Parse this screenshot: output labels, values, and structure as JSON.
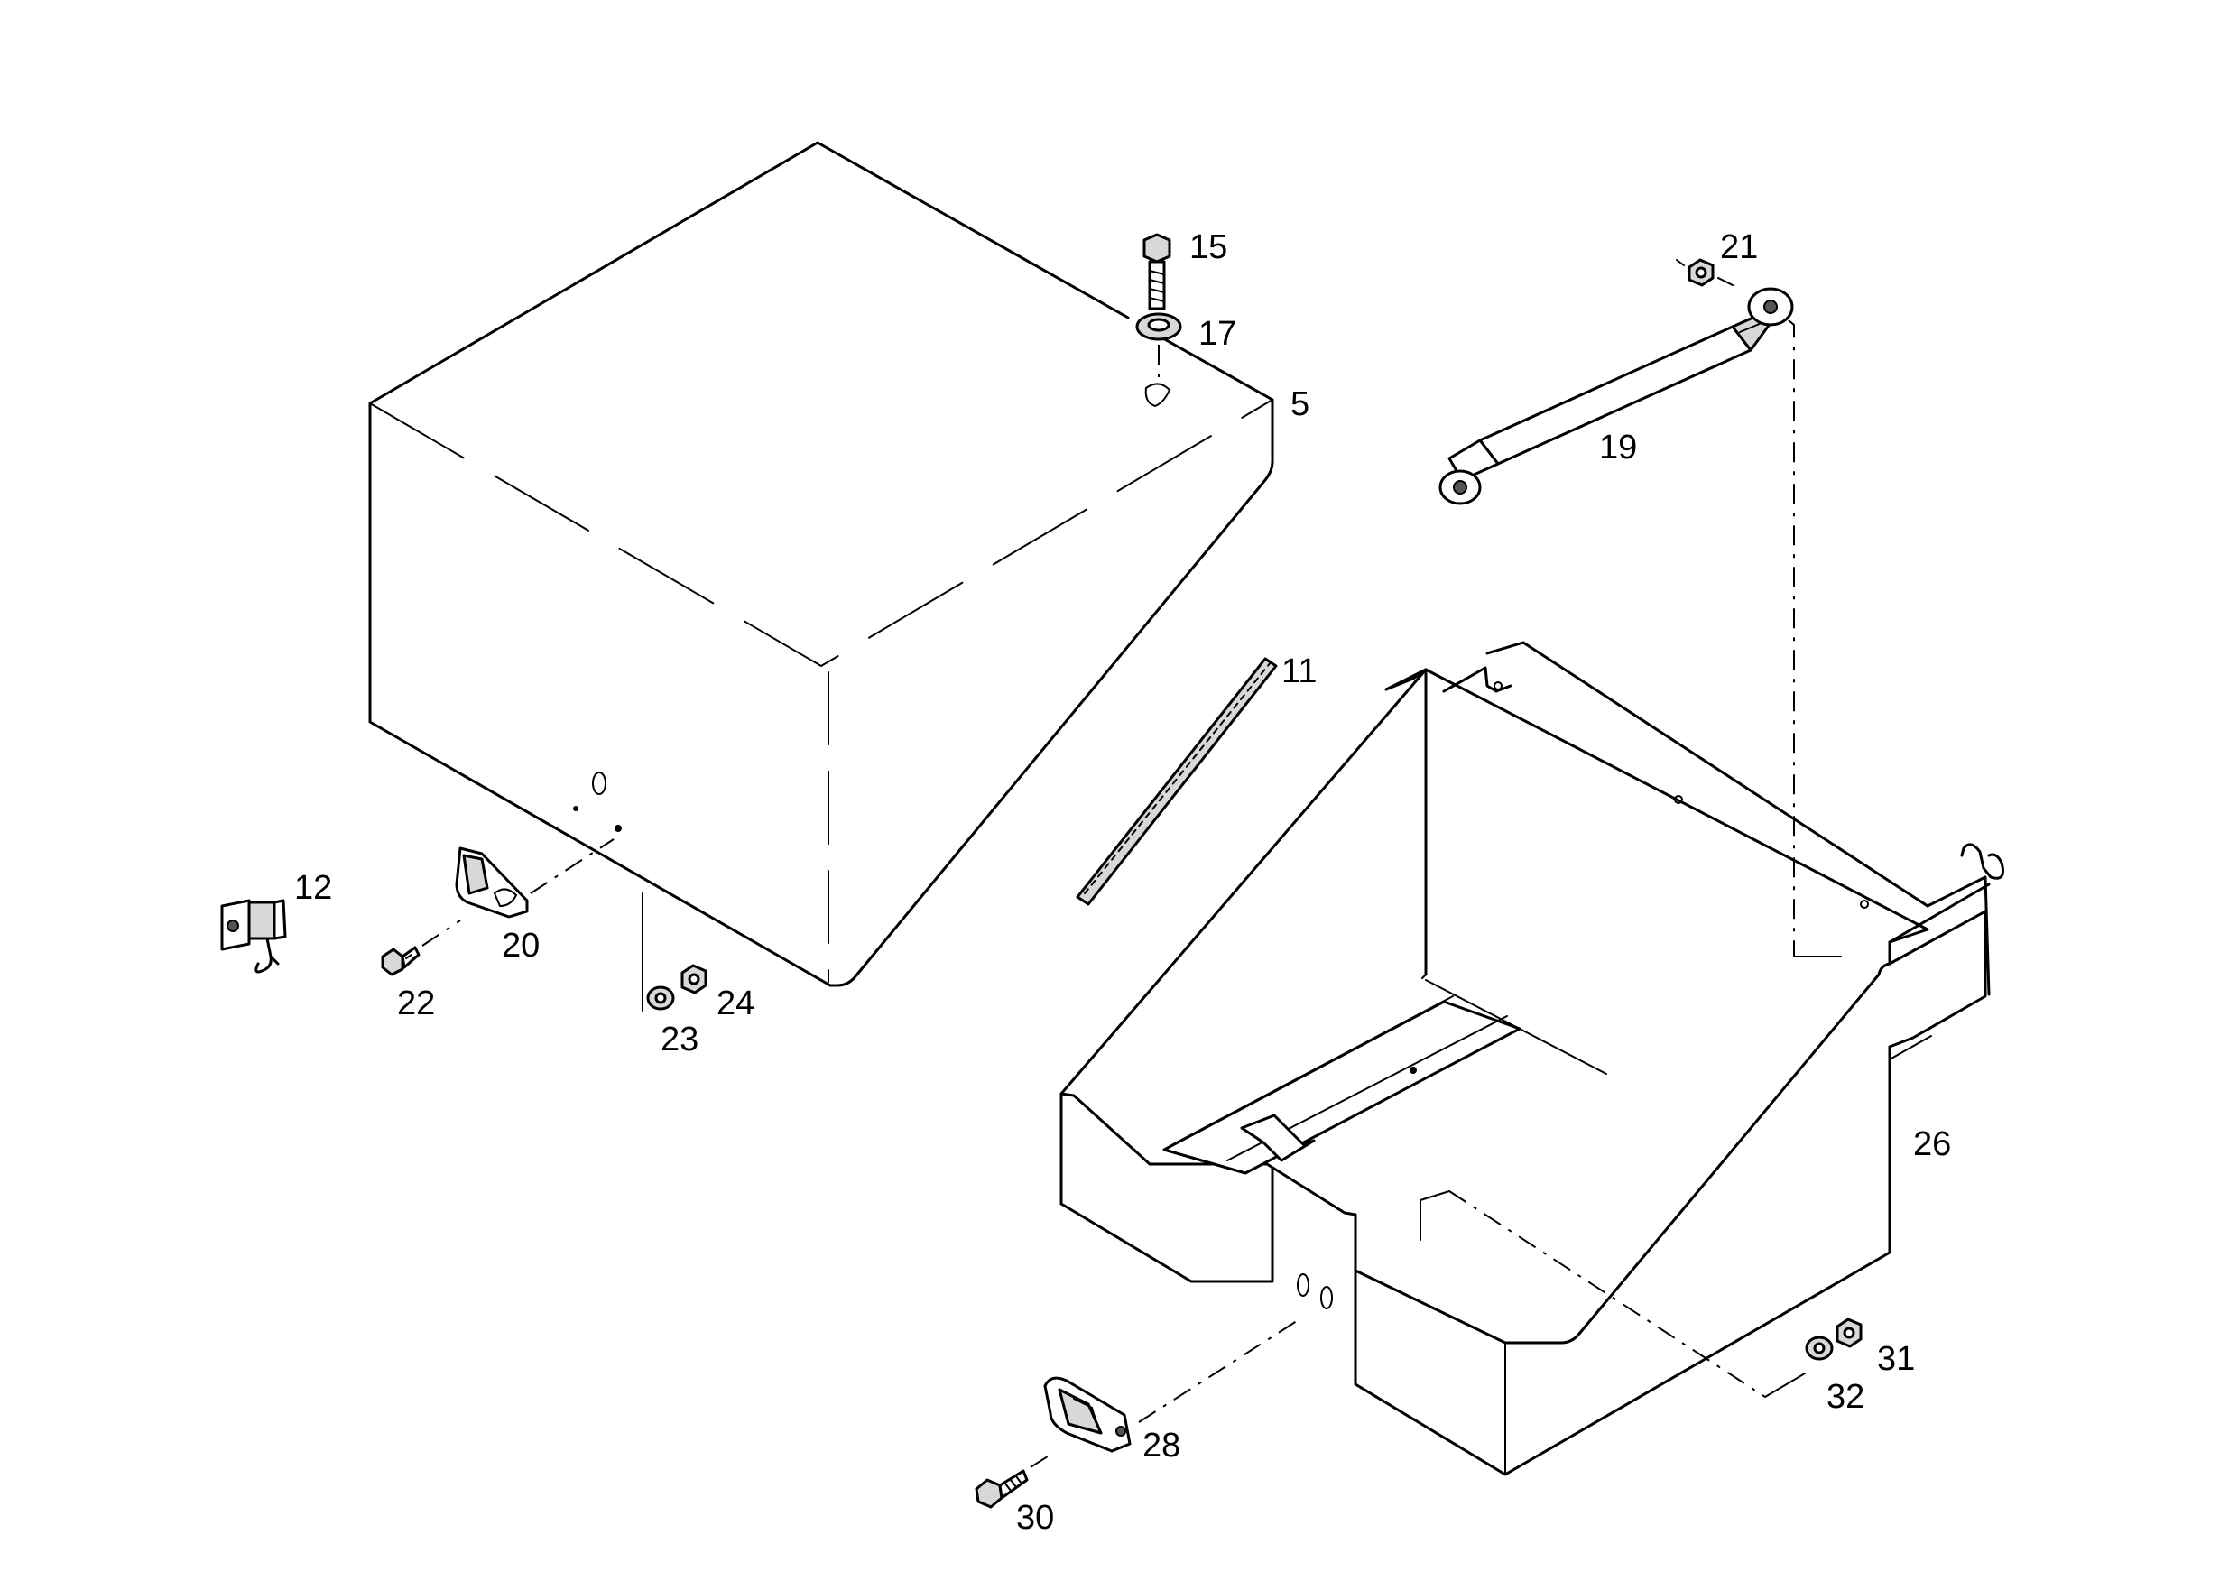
{
  "callouts": {
    "c5": "5",
    "c11": "11",
    "c12": "12",
    "c15": "15",
    "c17": "17",
    "c19": "19",
    "c20": "20",
    "c21": "21",
    "c22": "22",
    "c23": "23",
    "c24": "24",
    "c26": "26",
    "c28": "28",
    "c30": "30",
    "c31": "31",
    "c32": "32"
  }
}
